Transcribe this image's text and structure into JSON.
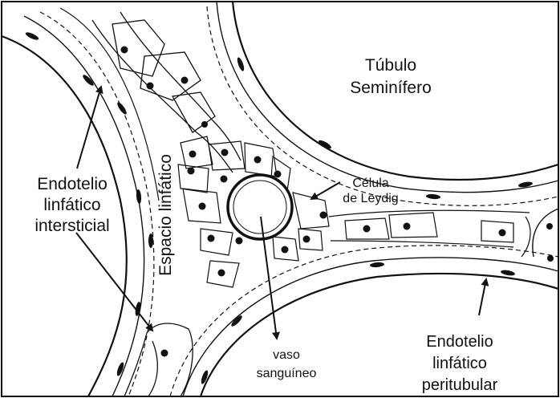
{
  "labels": {
    "tubule": [
      "Túbulo",
      "Seminífero"
    ],
    "leydig": [
      "Célula",
      "de Leydig"
    ],
    "endo_inter": [
      "Endotelio",
      "linfático",
      "intersticial"
    ],
    "lymph_space": "Espacio linfático",
    "vessel": [
      "vaso",
      "sanguíneo"
    ],
    "endo_peri": [
      "Endotelio",
      "linfático",
      "peritubular"
    ]
  }
}
